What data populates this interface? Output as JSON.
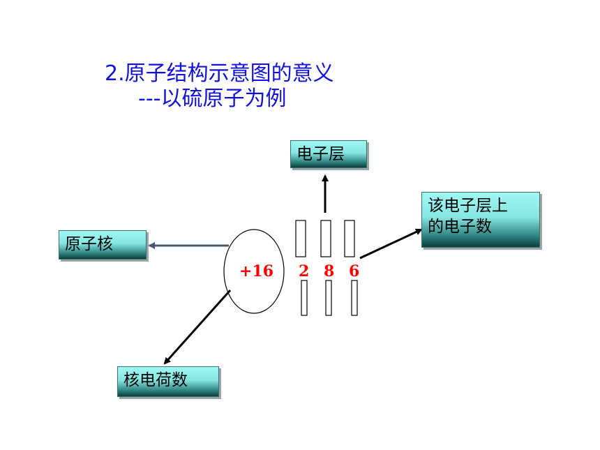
{
  "title": {
    "line1": "2.原子结构示意图的意义",
    "line2": "---以硫原子为例"
  },
  "labels": {
    "electron_shell": "电子层",
    "electrons_on_shell": [
      "该电子层上",
      "的电子数"
    ],
    "nucleus": "原子核",
    "nuclear_charge": "核电荷数"
  },
  "atom": {
    "nuclear_charge": "+16",
    "shells": [
      "2",
      "8",
      "6"
    ]
  },
  "colors": {
    "title": "#1010e0",
    "numbers": "#ff0000",
    "nucleus_arrow": "#4a5a6e",
    "label_box_top": "#9ff8f4",
    "label_box_bottom": "#0c3e3c"
  }
}
